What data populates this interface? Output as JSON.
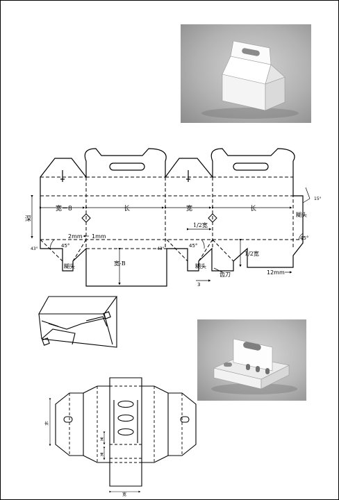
{
  "dieline_main": {
    "labels": {
      "width_minus_8": "宽－8",
      "length": "长",
      "width": "宽",
      "length_2": "长",
      "depth": "深",
      "glue_flap_side": "糊头",
      "two_mm": "2mm",
      "one_mm": "1mm",
      "width_minus_b": "宽-B",
      "glue_flap_bottom_1": "糊头",
      "glue_flap_bottom_2": "糊头",
      "half_width_top": "1/2宽",
      "half_width_right": "1/2宽",
      "tooth_knife": "齿刀",
      "twelve_mm": "12mm",
      "three_mm": "3",
      "angle_45_a": "45°",
      "angle_45_b": "45°",
      "angle_45_c": "45°",
      "angle_43_a": "43°",
      "angle_43_b": "43°",
      "angle_15": "15°"
    }
  },
  "dieline_tray": {
    "labels": {
      "length": "长",
      "width": "宽",
      "small_a": "宽",
      "small_b": "宽"
    }
  }
}
